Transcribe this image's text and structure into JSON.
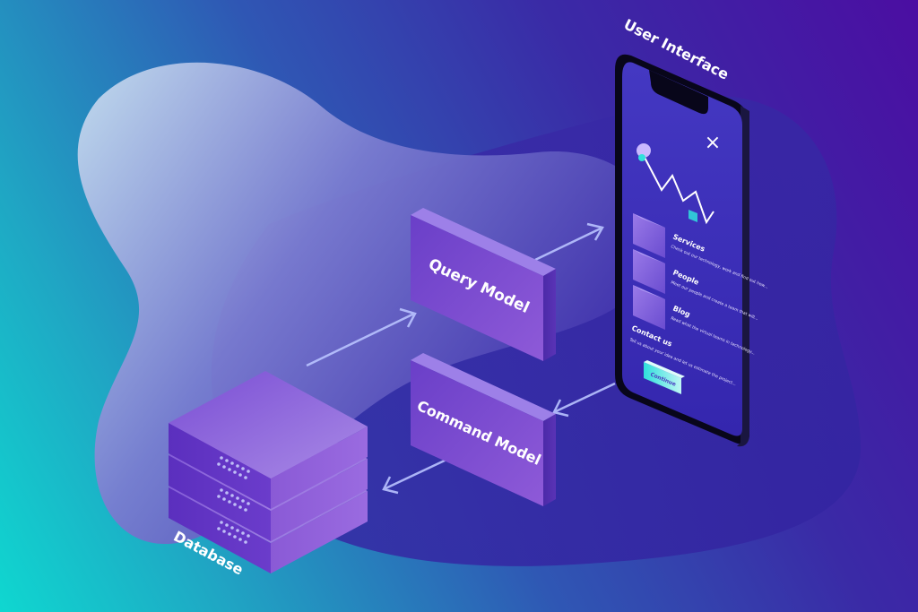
{
  "diagram": {
    "ui_title": "User Interface",
    "query_model": "Query Model",
    "command_model": "Command Model",
    "database": "Database"
  },
  "phone": {
    "close_glyph": "×",
    "items": [
      {
        "title": "Services",
        "text": "Check out our technology, work and find out how..."
      },
      {
        "title": "People",
        "text": "Meet our people and create a team that will..."
      },
      {
        "title": "Blog",
        "text": "Read what the virtual teams in technology..."
      }
    ],
    "contact_title": "Contact us",
    "contact_text": "Tell us about your idea and let us estimate the project...",
    "button_label": "Continue"
  },
  "colors": {
    "accent_teal": "#2fe0dc",
    "block_purple": "#7b55d6",
    "phone_screen": "#3a2fb6"
  }
}
